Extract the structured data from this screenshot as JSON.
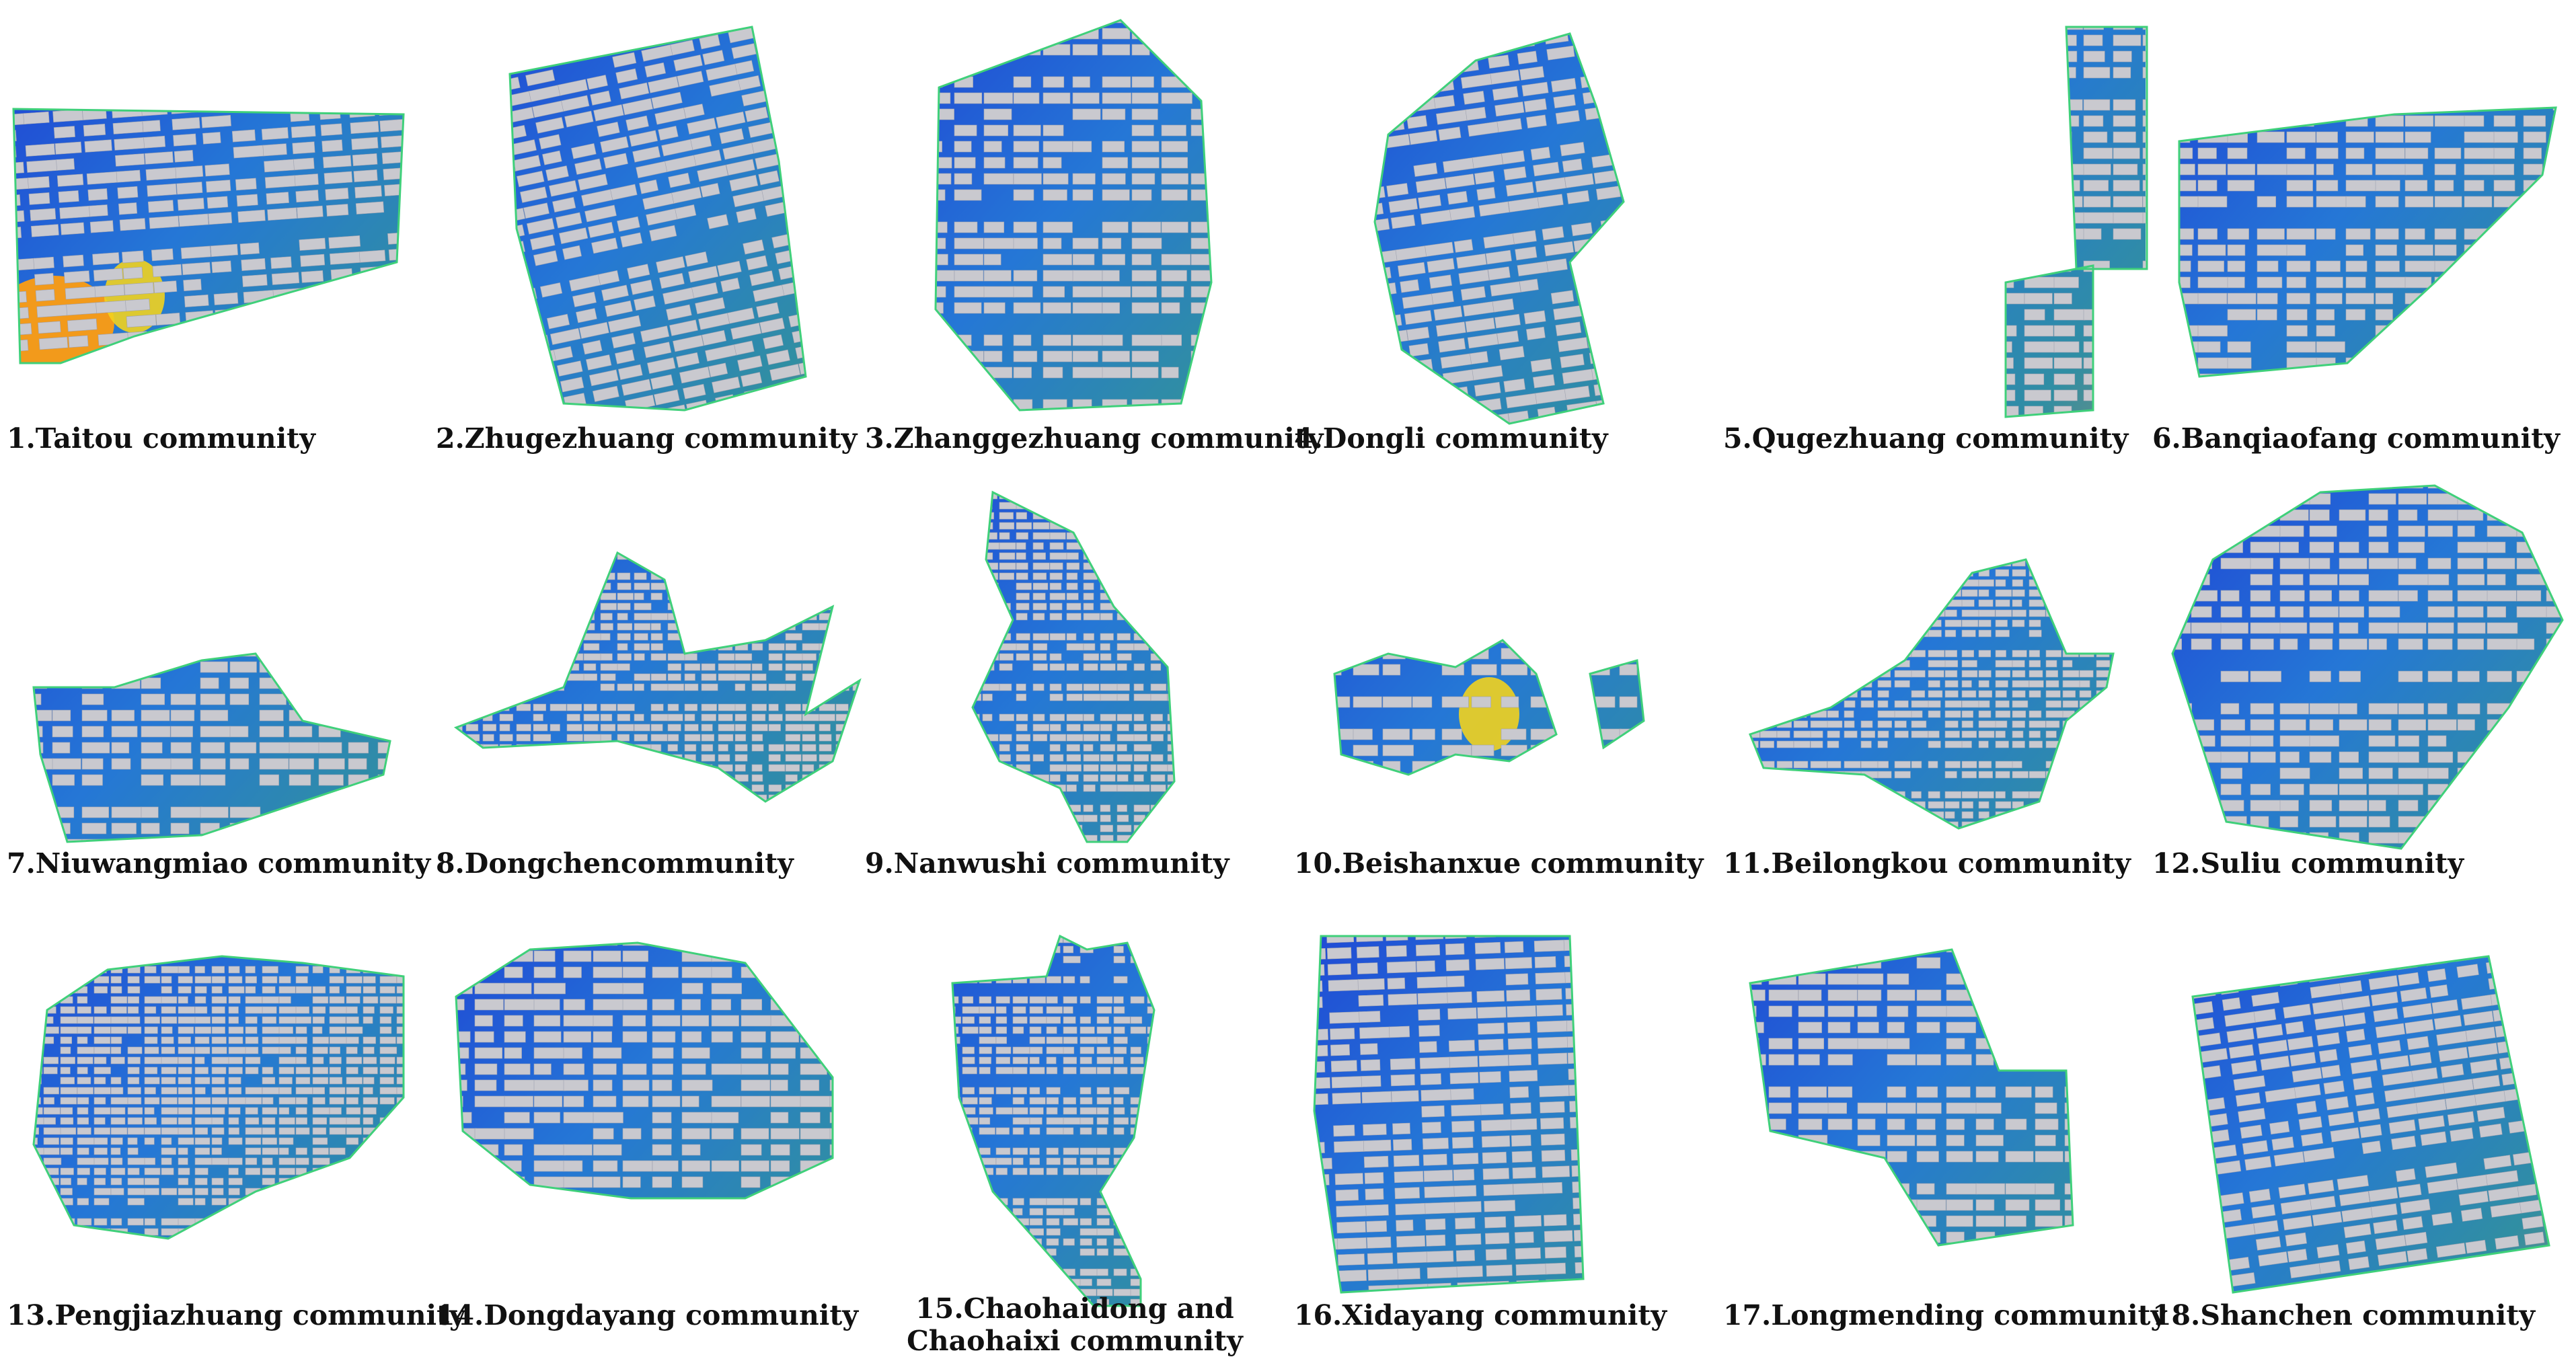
{
  "figure": {
    "colors": {
      "building": "#c9c9cf",
      "building_edge": "#9fa2b0",
      "road_low": "#1f3fd4",
      "road_mid": "#2aa6d8",
      "field_high": "#3fd07a",
      "field_warm": "#f2d21e",
      "field_hot": "#f29a1b"
    },
    "panels": [
      {
        "id": 1,
        "caption": "1.Taitou community"
      },
      {
        "id": 2,
        "caption": "2.Zhugezhuang community"
      },
      {
        "id": 3,
        "caption": "3.Zhanggezhuang community"
      },
      {
        "id": 4,
        "caption": "4.Dongli community"
      },
      {
        "id": 5,
        "caption": "5.Qugezhuang community"
      },
      {
        "id": 6,
        "caption": "6.Banqiaofang community"
      },
      {
        "id": 7,
        "caption": "7.Niuwangmiao community"
      },
      {
        "id": 8,
        "caption": "8.Dongchencommunity"
      },
      {
        "id": 9,
        "caption": "9.Nanwushi community"
      },
      {
        "id": 10,
        "caption": "10.Beishanxue community"
      },
      {
        "id": 11,
        "caption": "11.Beilongkou community"
      },
      {
        "id": 12,
        "caption": "12.Suliu community"
      },
      {
        "id": 13,
        "caption": "13.Pengjiazhuang community"
      },
      {
        "id": 14,
        "caption": "14.Dongdayang community"
      },
      {
        "id": 15,
        "caption": "15.Chaohaidong and Chaohaixi community"
      },
      {
        "id": 16,
        "caption": "16.Xidayang community"
      },
      {
        "id": 17,
        "caption": "17.Longmending community"
      },
      {
        "id": 18,
        "caption": "18.Shanchen community"
      }
    ]
  }
}
